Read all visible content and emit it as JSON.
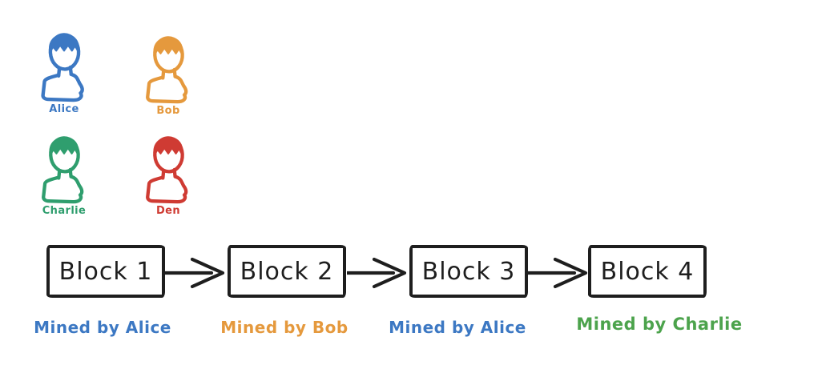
{
  "figures": [
    {
      "name": "Alice",
      "color": "#3c78c3"
    },
    {
      "name": "Bob",
      "color": "#e5993d"
    },
    {
      "name": "Charlie",
      "color": "#2f9e6e"
    },
    {
      "name": "Den",
      "color": "#cf3b33"
    }
  ],
  "chain": {
    "stroke_color": "#1e1e1e",
    "blocks": [
      {
        "label": "Block 1",
        "mined_by": "Mined by Alice",
        "mined_color": "#3c78c3"
      },
      {
        "label": "Block 2",
        "mined_by": "Mined by Bob",
        "mined_color": "#e5993d"
      },
      {
        "label": "Block 3",
        "mined_by": "Mined by Alice",
        "mined_color": "#3c78c3"
      },
      {
        "label": "Block 4",
        "mined_by": "Mined by Charlie",
        "mined_color": "#4ca34c"
      }
    ]
  }
}
